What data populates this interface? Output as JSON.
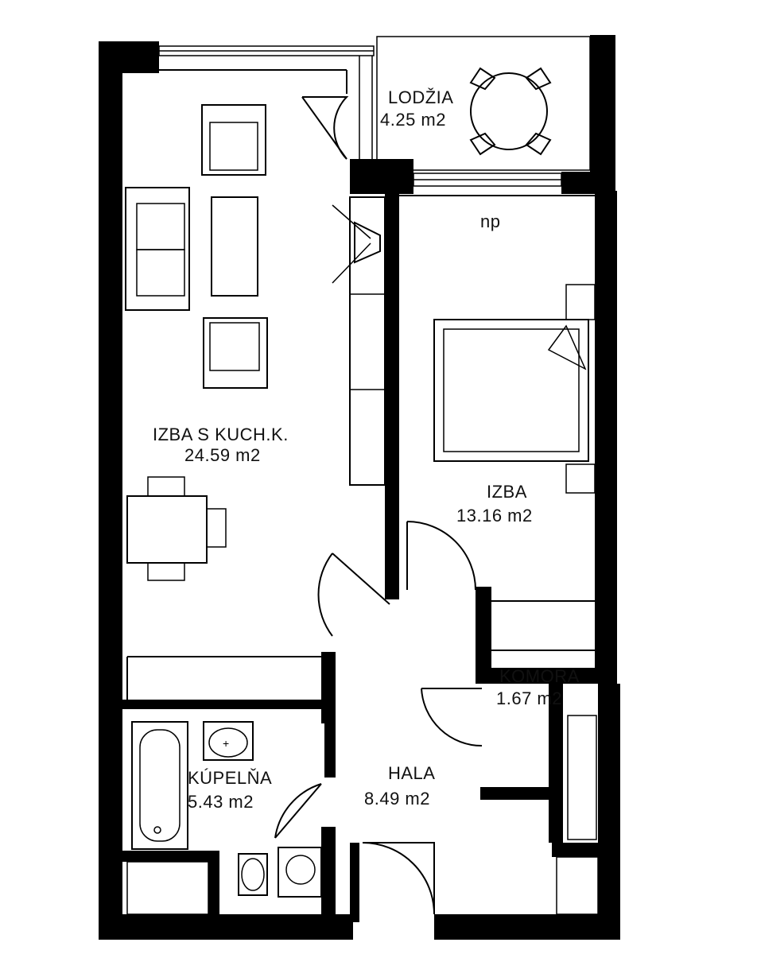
{
  "rooms": {
    "lodzia": {
      "name": "LODŽIA",
      "area": "4.25  m2"
    },
    "living": {
      "name": "IZBA  S  KUCH.K.",
      "area": "24.59  m2"
    },
    "bedroom": {
      "name": "IZBA",
      "area": "13.16  m2"
    },
    "komora": {
      "name": "KOMORA",
      "area": "1.67  m2"
    },
    "bathroom": {
      "name": "KÚPELŇA",
      "area": "5.43  m2"
    },
    "hall": {
      "name": "HALA",
      "area": "8.49  m2"
    }
  },
  "annotations": {
    "np": "np"
  }
}
